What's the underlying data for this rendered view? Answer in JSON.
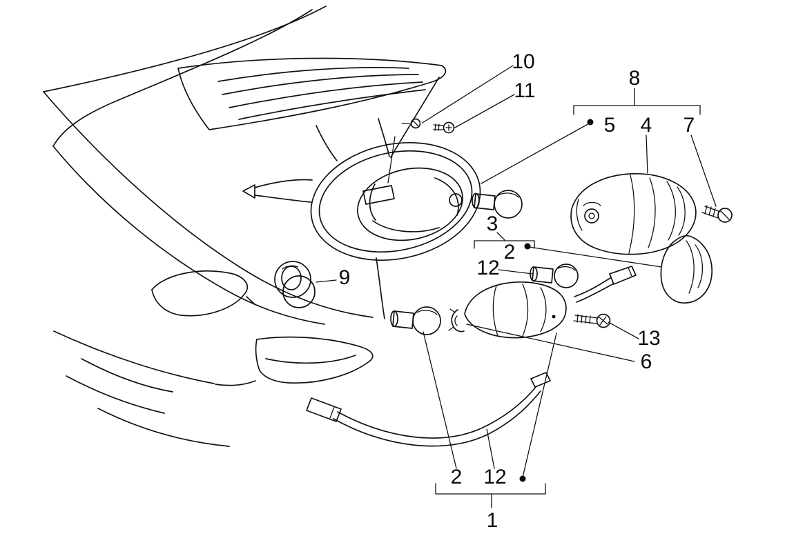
{
  "figure": {
    "type": "exploded-parts-diagram",
    "subject": "scooter rear tail light and turn signal assembly",
    "colors": {
      "background": "#ffffff",
      "line": "#111111"
    }
  },
  "callouts": {
    "k10": {
      "label": "10"
    },
    "k11": {
      "label": "11"
    },
    "k8": {
      "label": "8"
    },
    "k5": {
      "label": "5"
    },
    "k4": {
      "label": "4"
    },
    "k7": {
      "label": "7"
    },
    "k3": {
      "label": "3"
    },
    "k2_mid": {
      "label": "2"
    },
    "k12_mid": {
      "label": "12"
    },
    "k9": {
      "label": "9"
    },
    "k13": {
      "label": "13"
    },
    "k6": {
      "label": "6"
    },
    "k2_bottom": {
      "label": "2"
    },
    "k12_bottom": {
      "label": "12"
    },
    "k1": {
      "label": "1"
    }
  }
}
